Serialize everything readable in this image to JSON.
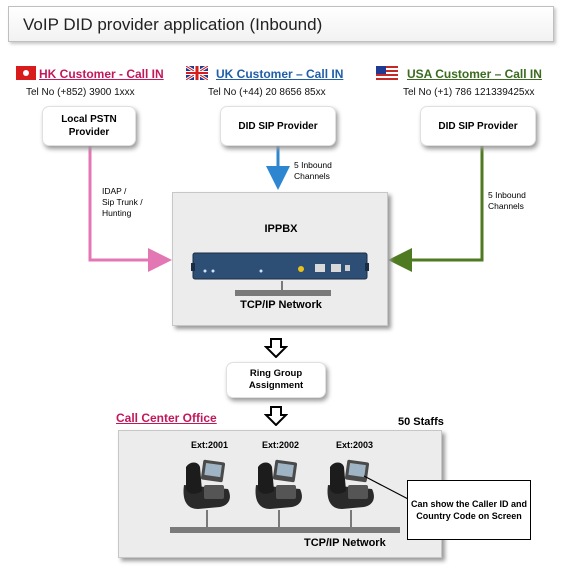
{
  "title": "VoIP DID provider application (Inbound)",
  "customers": [
    {
      "name": "HK Customer - Call IN",
      "tel": "Tel No (+852) 3900 1xxx",
      "provider": "Local PSTN Provider",
      "color": "#c2185b",
      "flag": "hk-flag"
    },
    {
      "name": "UK Customer – Call IN",
      "tel": "Tel No (+44) 20 8656 85xx",
      "provider": "DID SIP Provider",
      "color": "#1f5fa8",
      "flag": "uk-flag"
    },
    {
      "name": "USA Customer – Call IN",
      "tel": "Tel No (+1) 786 121339425xx",
      "provider": "DID SIP Provider",
      "color": "#3a6b1e",
      "flag": "usa-flag"
    }
  ],
  "connections": {
    "hk": "IDAP /\nSip Trunk /\nHunting",
    "uk": "5 Inbound\nChannels",
    "usa": "5 Inbound\nChannels"
  },
  "pbx": {
    "title": "IPPBX",
    "network": "TCP/IP Network"
  },
  "ring_group": "Ring Group\nAssignment",
  "office": {
    "title": "Call Center Office",
    "staffs": "50 Staffs",
    "network": "TCP/IP Network",
    "extensions": [
      "Ext:2001",
      "Ext:2002",
      "Ext:2003"
    ]
  },
  "note": "Can show  the Caller ID and Country Code on Screen",
  "colors": {
    "pink_line": "#e377b3",
    "blue_line": "#2e86d1",
    "green_line": "#4e7a22",
    "office_title": "#c2185b"
  }
}
